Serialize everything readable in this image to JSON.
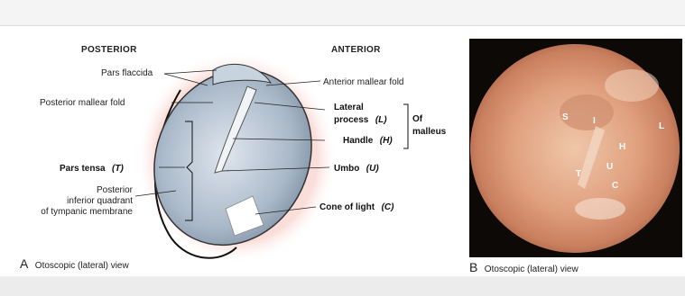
{
  "panel_a": {
    "posterior": "POSTERIOR",
    "anterior": "ANTERIOR",
    "pars_flaccida": "Pars flaccida",
    "posterior_mallear_fold": "Posterior mallear fold",
    "anterior_mallear_fold": "Anterior mallear fold",
    "lateral": "Lateral",
    "process_l": "process",
    "l_abbrev": "(L)",
    "handle": "Handle",
    "h_abbrev": "(H)",
    "of": "Of",
    "malleus": "malleus",
    "umbo": "Umbo",
    "u_abbrev": "(U)",
    "pars_tensa": "Pars tensa",
    "t_abbrev": "(T)",
    "posterior_line1": "Posterior",
    "posterior_line2": "inferior quadrant",
    "posterior_line3": "of tympanic membrane",
    "cone": "Cone of light",
    "c_abbrev": "(C)",
    "caption_letter": "A",
    "caption_text": "Otoscopic (lateral) view"
  },
  "panel_b": {
    "labels": {
      "S": "S",
      "I": "I",
      "L": "L",
      "H": "H",
      "T": "T",
      "U": "U",
      "C": "C"
    },
    "caption_letter": "B",
    "caption_text": "Otoscopic (lateral) view"
  }
}
